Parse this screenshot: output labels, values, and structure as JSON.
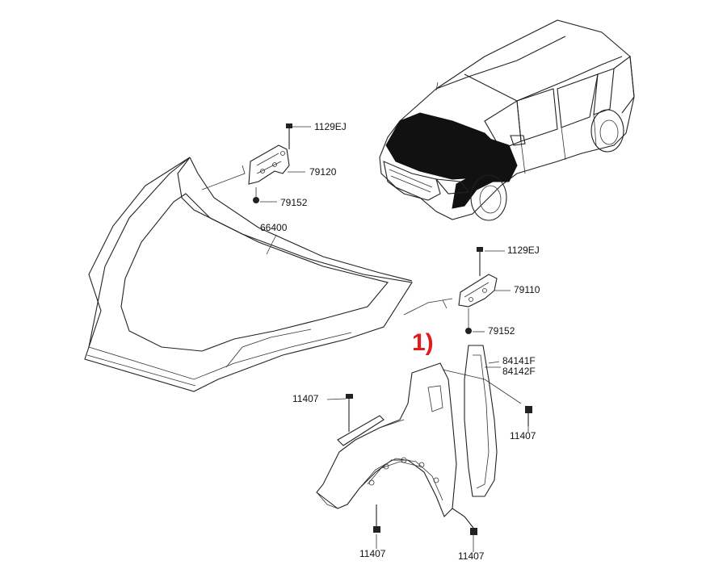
{
  "callout": {
    "text": "1)",
    "color": "#e21b1b"
  },
  "parts": {
    "bolt_hood_hinge_left": "1129EJ",
    "hinge_left": "79120",
    "nut_left": "79152",
    "hood_panel": "66400",
    "bolt_hood_hinge_right": "1129EJ",
    "hinge_right": "79110",
    "nut_right": "79152",
    "fender_liner_a": "84141F",
    "fender_liner_b": "84142F",
    "fender_bolt_top_left": "11407",
    "fender_bolt_right": "11407",
    "fender_bolt_bottom_left": "11407",
    "fender_bolt_bottom_right": "11407"
  },
  "icons": {
    "vehicle": "suv-locator-icon",
    "bolt": "bolt-icon",
    "nut": "nut-icon"
  }
}
